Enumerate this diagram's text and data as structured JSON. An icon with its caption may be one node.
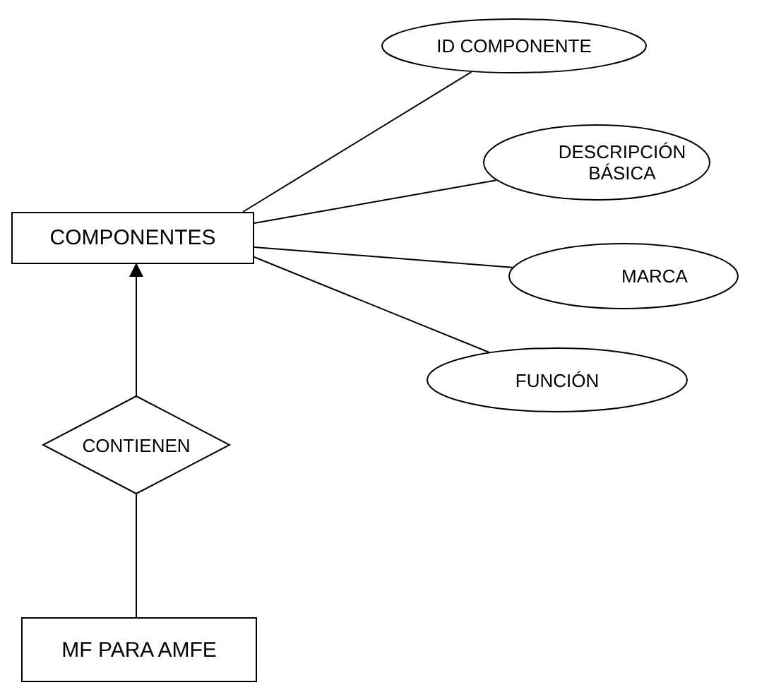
{
  "diagram": {
    "nodes": [
      {
        "text": [
          "COMPONENTES"
        ]
      },
      {
        "text": [
          "ID COMPONENTE"
        ]
      },
      {
        "text": [
          "DESCRIPCIÓN BÁSICA"
        ]
      },
      {
        "text": [
          "MARCA"
        ]
      },
      {
        "text": [
          "FUNCIÓN"
        ]
      },
      {
        "text": [
          "CONTIENEN"
        ]
      },
      {
        "text": [
          "MF PARA AMFE"
        ]
      }
    ],
    "edges": [
      {
        "from": 0,
        "to": 1,
        "arrow": "none"
      },
      {
        "from": 0,
        "to": 2,
        "arrow": "none"
      },
      {
        "from": 0,
        "to": 3,
        "arrow": "none"
      },
      {
        "from": 0,
        "to": 4,
        "arrow": "none"
      },
      {
        "from": 5,
        "to": 0,
        "arrow": "to"
      },
      {
        "from": 6,
        "to": 5,
        "arrow": "none"
      }
    ]
  }
}
